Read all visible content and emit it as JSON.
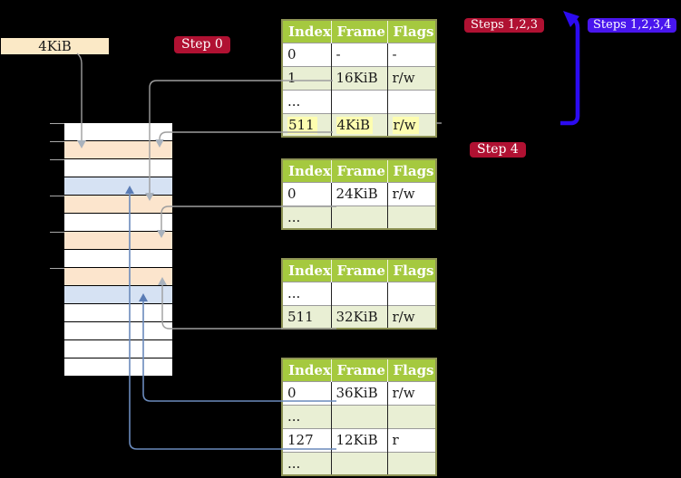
{
  "colors": {
    "page_bg": "#000000",
    "badge_red": "#b01132",
    "badge_blue": "#4916ee",
    "arrow_blue_thick": "#2c0bf0",
    "table_header_green": "#a5c93f",
    "table_border": "#8e9355",
    "table_row_alt": "#e9efd4",
    "highlight_yellow": "#fdfdb0",
    "mem_peach": "#fce5cd",
    "mem_blue": "#d6e2f3",
    "mem_white": "#ffffff",
    "label_wheat": "#fbe9c6",
    "line_gray": "#9e9e9e",
    "line_blue": "#6a8abc",
    "arrowhead_gray": "#a9b2bd",
    "arrowhead_blue": "#5a7cb5"
  },
  "frame_label": {
    "text": "4KiB"
  },
  "badges": {
    "step0": "Step 0",
    "steps123": "Steps 1,2,3",
    "steps1234": "Steps 1,2,3,4",
    "step4": "Step 4"
  },
  "page_tables": [
    {
      "id": "page-table-1",
      "headers": [
        "Index",
        "Frame",
        "Flags"
      ],
      "rows": [
        {
          "cells": [
            "0",
            "-",
            "-"
          ],
          "shaded": false,
          "highlight": false
        },
        {
          "cells": [
            "1",
            "16KiB",
            "r/w"
          ],
          "shaded": true,
          "highlight": false
        },
        {
          "cells": [
            "...",
            "",
            ""
          ],
          "shaded": false,
          "highlight": false
        },
        {
          "cells": [
            "511",
            "4KiB",
            "r/w"
          ],
          "shaded": true,
          "highlight": true
        }
      ]
    },
    {
      "id": "page-table-2",
      "headers": [
        "Index",
        "Frame",
        "Flags"
      ],
      "rows": [
        {
          "cells": [
            "0",
            "24KiB",
            "r/w"
          ],
          "shaded": false,
          "highlight": false
        },
        {
          "cells": [
            "...",
            "",
            ""
          ],
          "shaded": true,
          "highlight": false
        }
      ]
    },
    {
      "id": "page-table-3",
      "headers": [
        "Index",
        "Frame",
        "Flags"
      ],
      "rows": [
        {
          "cells": [
            "...",
            "",
            ""
          ],
          "shaded": false,
          "highlight": false
        },
        {
          "cells": [
            "511",
            "32KiB",
            "r/w"
          ],
          "shaded": true,
          "highlight": false
        }
      ]
    },
    {
      "id": "page-table-4",
      "headers": [
        "Index",
        "Frame",
        "Flags"
      ],
      "rows": [
        {
          "cells": [
            "0",
            "36KiB",
            "r/w"
          ],
          "shaded": false,
          "highlight": false
        },
        {
          "cells": [
            "...",
            "",
            ""
          ],
          "shaded": true,
          "highlight": false
        },
        {
          "cells": [
            "127",
            "12KiB",
            "r"
          ],
          "shaded": false,
          "highlight": false
        },
        {
          "cells": [
            "...",
            "",
            ""
          ],
          "shaded": true,
          "highlight": false
        }
      ]
    }
  ],
  "memory_column": {
    "rows": [
      "white",
      "peach",
      "white",
      "blue",
      "peach",
      "white",
      "peach",
      "white",
      "peach",
      "blue",
      "white",
      "white",
      "white",
      "white"
    ],
    "tick_y": [
      136,
      156,
      176,
      216,
      256,
      296
    ]
  }
}
